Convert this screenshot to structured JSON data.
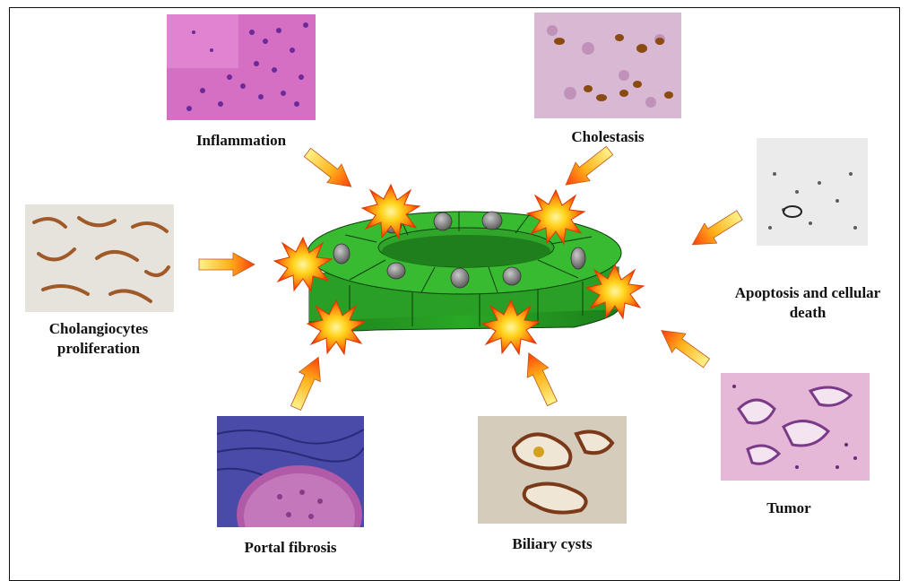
{
  "panels": {
    "inflammation": "Inflammation",
    "cholestasis": "Cholestasis",
    "apoptosis": [
      "Apoptosis and cellular",
      "death"
    ],
    "proliferation": [
      "Cholangiocytes",
      "proliferation"
    ],
    "portal_fibrosis": "Portal fibrosis",
    "biliary_cysts": "Biliary cysts",
    "tumor": "Tumor"
  },
  "colors": {
    "duct_top": "#35b62f",
    "duct_side": "#1f8c1c",
    "nucleus": "#7a7a7a",
    "burst_outer": "#ff3a00",
    "burst_inner": "#ffd21a",
    "arrow_light": "#fff27a",
    "arrow_dark": "#ff4a10"
  }
}
